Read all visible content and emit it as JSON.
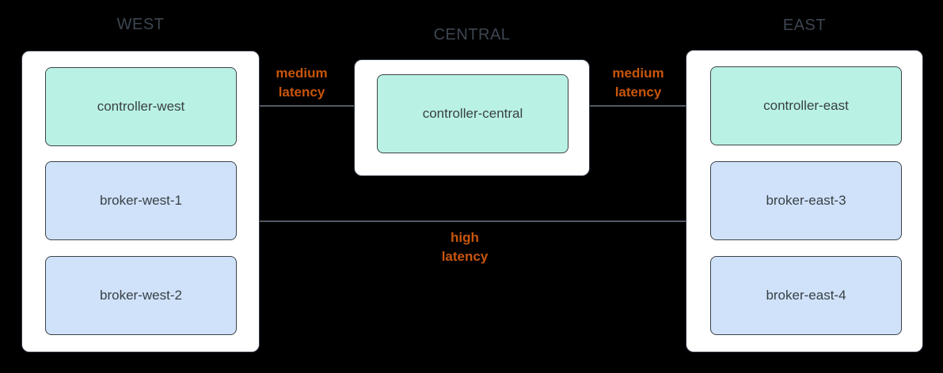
{
  "regions": {
    "west": {
      "title": "WEST",
      "nodes": {
        "controller": "controller-west",
        "broker1": "broker-west-1",
        "broker2": "broker-west-2"
      }
    },
    "central": {
      "title": "CENTRAL",
      "nodes": {
        "controller": "controller-central"
      }
    },
    "east": {
      "title": "EAST",
      "nodes": {
        "controller": "controller-east",
        "broker1": "broker-east-3",
        "broker2": "broker-east-4"
      }
    }
  },
  "edges": {
    "west_central": {
      "label": "medium latency"
    },
    "central_east": {
      "label": "medium latency"
    },
    "west_east": {
      "label": "high latency"
    }
  },
  "colors": {
    "bg": "#000000",
    "container_fill": "#ffffff",
    "container_border": "#323a45",
    "node_border": "#3c4247",
    "controller_fill": "#b9f2e4",
    "broker_fill": "#cfe2fa",
    "node_text": "#3a4045",
    "region_title": "#3d4651",
    "line": "#525a66",
    "edge_label": "#c8550a"
  }
}
